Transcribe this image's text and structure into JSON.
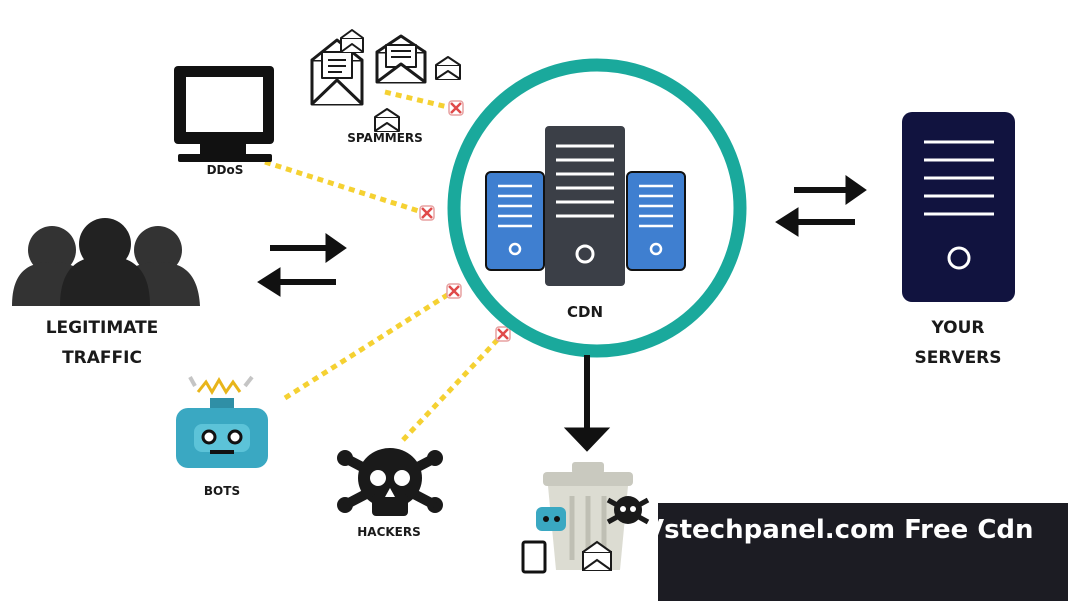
{
  "labels": {
    "spammers": "SPAMMERS",
    "ddos": "DDoS",
    "legitimate_line1": "LEGITIMATE",
    "legitimate_line2": "TRAFFIC",
    "cdn": "CDN",
    "your_servers_line1": "YOUR",
    "your_servers_line2": "SERVERS",
    "bots": "BOTS",
    "hackers": "HACKERS"
  },
  "banner": {
    "text": "Vstechpanel.com Free Cdn"
  },
  "colors": {
    "ring": "#1aa99c",
    "server_blue": "#3f7fd0",
    "server_dark": "#3b3f47",
    "your_server": "#11133f",
    "attack_line": "#f5d132",
    "blocked_x": "#e04a4a",
    "bot": "#3aa8c2",
    "trash": "#dcdcd2",
    "banner_bg": "#1c1c23"
  },
  "icons": [
    "envelope-icon",
    "monitor-icon",
    "people-icon",
    "server-icon",
    "robot-icon",
    "skull-icon",
    "trash-icon",
    "swap-arrows-icon",
    "blocked-x-icon"
  ]
}
